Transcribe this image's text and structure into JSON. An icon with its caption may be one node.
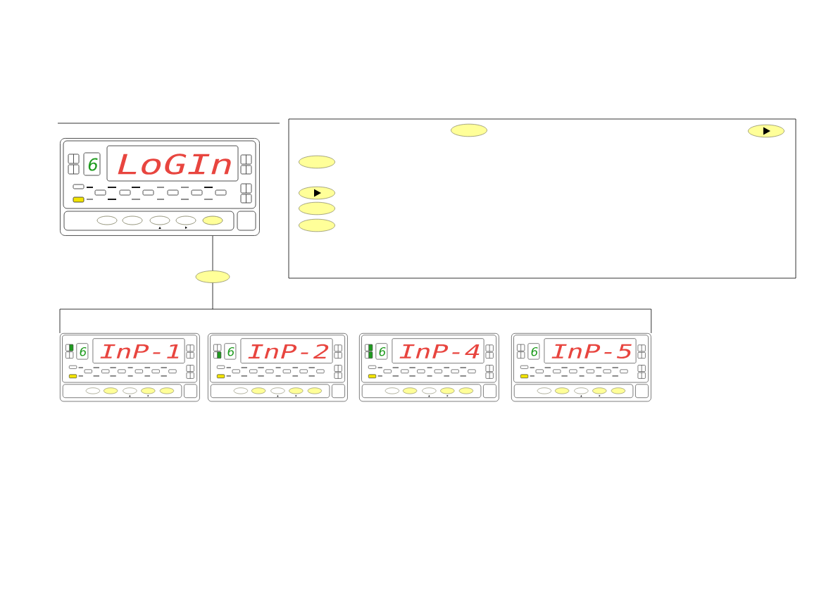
{
  "diagram": {
    "nodes": [
      {
        "text": [
          "6",
          "LoGIn"
        ]
      },
      {
        "text": [],
        "shape": "ellipse"
      },
      {
        "text": [
          "6",
          "InP-1"
        ]
      },
      {
        "text": [
          "6",
          "InP-2"
        ]
      },
      {
        "text": [
          "6",
          "InP-4"
        ]
      },
      {
        "text": [
          "6",
          "InP-5"
        ]
      }
    ],
    "edges": [
      {
        "from": 0,
        "to": 1,
        "arrow": "none"
      },
      {
        "from": 1,
        "to": 2,
        "arrow": "none"
      },
      {
        "from": 1,
        "to": 5,
        "arrow": "none"
      }
    ]
  }
}
